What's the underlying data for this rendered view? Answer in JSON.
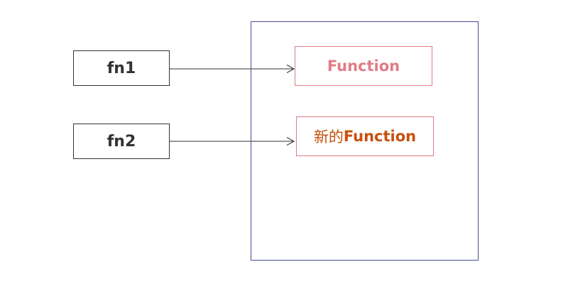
{
  "variables": [
    {
      "label": "fn1"
    },
    {
      "label": "fn2"
    }
  ],
  "functions": [
    {
      "text": "Function",
      "prefix": "",
      "color": "#e07b85"
    },
    {
      "text": "Function",
      "prefix": "新的",
      "color": "#c94f0c"
    }
  ],
  "colors": {
    "heap_border": "#4a4f8f",
    "box_border": "#e07b85",
    "var_border": "#333333",
    "arrow": "#333333"
  }
}
